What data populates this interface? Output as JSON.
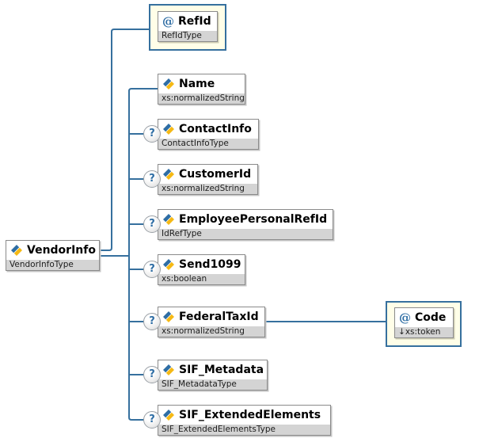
{
  "glyphs": {
    "optional": "?",
    "attribute": "@",
    "derived": "↓"
  },
  "root": {
    "label": "VendorInfo",
    "type": "VendorInfoType"
  },
  "attribute_nodes": [
    {
      "label": "RefId",
      "type": "RefIdType",
      "type_prefix": ""
    },
    {
      "label": "Code",
      "type": "xs:token",
      "type_prefix": "↓"
    }
  ],
  "child_nodes": [
    {
      "label": "Name",
      "type": "xs:normalizedString",
      "optional": false
    },
    {
      "label": "ContactInfo",
      "type": "ContactInfoType",
      "optional": true
    },
    {
      "label": "CustomerId",
      "type": "xs:normalizedString",
      "optional": true
    },
    {
      "label": "EmployeePersonalRefId",
      "type": "IdRefType",
      "optional": true
    },
    {
      "label": "Send1099",
      "type": "xs:boolean",
      "optional": true
    },
    {
      "label": "FederalTaxId",
      "type": "xs:normalizedString",
      "optional": true
    },
    {
      "label": "SIF_Metadata",
      "type": "SIF_MetadataType",
      "optional": true
    },
    {
      "label": "SIF_ExtendedElements",
      "type": "SIF_ExtendedElementsType",
      "optional": true
    }
  ],
  "colors": {
    "connector": "#36709e",
    "container_fill": "#fffee8",
    "container_border": "#36709e",
    "type_band": "#d4d4d4",
    "node_border": "#8b8b8b",
    "accent_blue": "#2e6da4",
    "icon_gold": "#f5b915"
  }
}
